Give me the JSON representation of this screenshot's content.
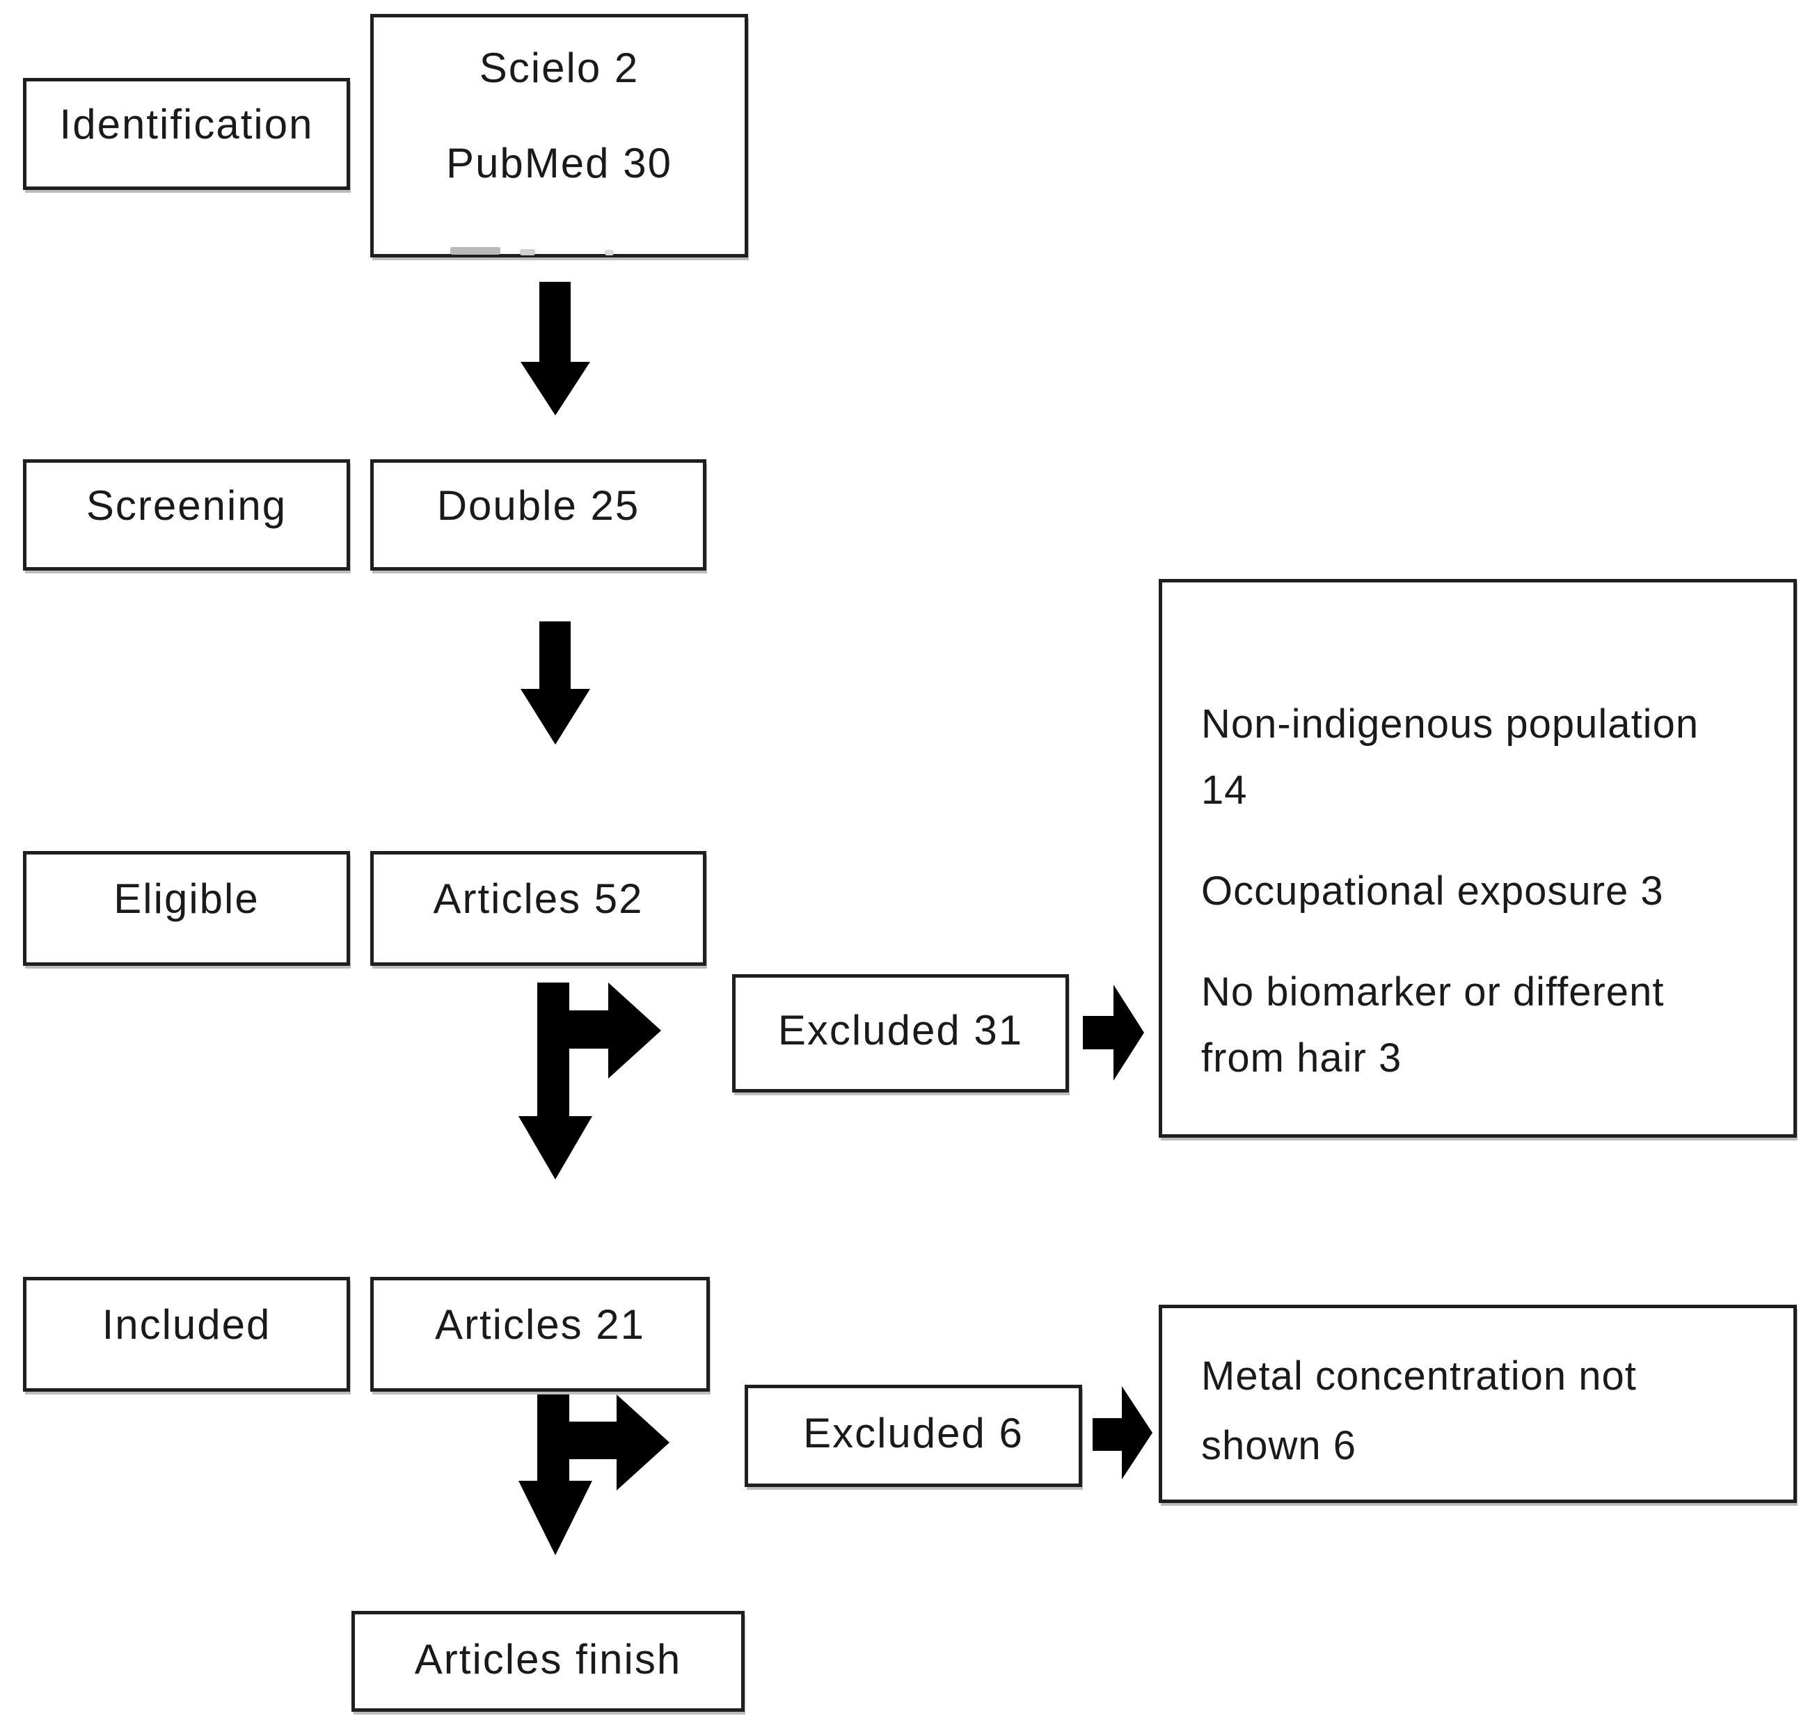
{
  "stages": {
    "identification": "Identification",
    "screening": "Screening",
    "eligible": "Eligible",
    "included": "Included"
  },
  "nodes": {
    "sources_line1": "Scielo 2",
    "sources_line2": "PubMed 30",
    "duplicates": "Double 25",
    "eligible_count": "Articles 52",
    "excluded_screening": "Excluded 31",
    "included_count": "Articles 21",
    "excluded_eligibility": "Excluded 6",
    "final_count": "Articles finish"
  },
  "exclusion_reasons_31": [
    "Non-indigenous population 14",
    "Occupational exposure 3",
    "No biomarker or different from hair 3"
  ],
  "exclusion_reasons_6": [
    "Metal concentration not shown 6"
  ],
  "colors": {
    "background": "#ffffff",
    "box_border": "#1f1f1f",
    "arrow": "#000000",
    "text": "#1a1a1a"
  }
}
